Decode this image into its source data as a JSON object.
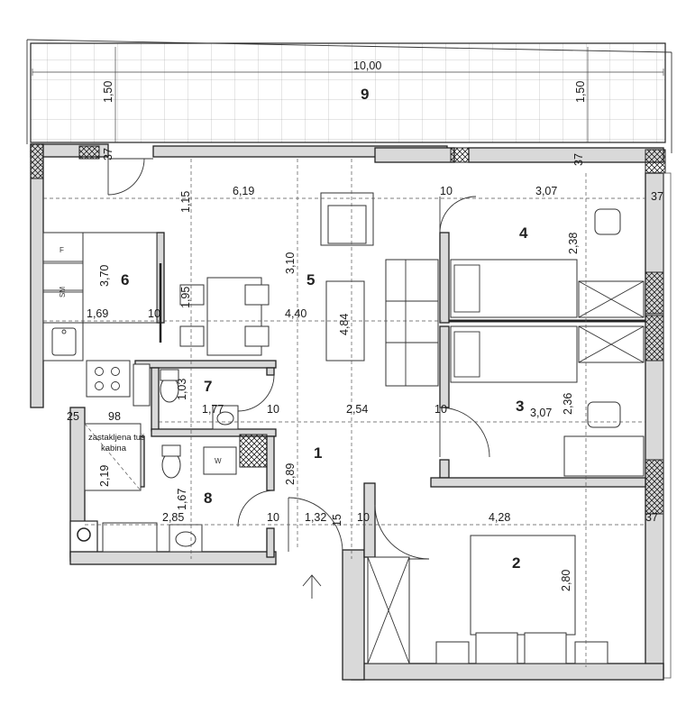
{
  "rooms": [
    {
      "num": "1"
    },
    {
      "num": "2"
    },
    {
      "num": "3"
    },
    {
      "num": "4"
    },
    {
      "num": "5"
    },
    {
      "num": "6"
    },
    {
      "num": "7"
    },
    {
      "num": "8"
    },
    {
      "num": "9"
    }
  ],
  "dims": {
    "terrace_width": "10,00",
    "terrace_depth_left": "1,50",
    "terrace_depth_right": "1,50",
    "wall_37_top_left": "37",
    "wall_37_top_right": "37",
    "wall_37_right": "37",
    "wall_37_mid_right": "37",
    "living_width": "6,19",
    "living_115": "1,15",
    "wall_10_top": "10",
    "r4_width": "3,07",
    "r4_depth": "2,38",
    "living_310": "3,10",
    "living_195": "1,95",
    "living_440": "4,40",
    "living_484": "4,84",
    "kitchen_370": "3,70",
    "kitchen_169": "1,69",
    "kitchen_10": "10",
    "bath7_103": "1,03",
    "bath7_177": "1,77",
    "wall_10_b7": "10",
    "hall_254": "2,54",
    "wall_10_hall": "10",
    "r3_width": "3,07",
    "r3_depth": "2,36",
    "wall_25": "25",
    "shower_98": "98",
    "bath8_219": "2,19",
    "bath8_167": "1,67",
    "hall_289": "2,89",
    "bath8_285": "2,85",
    "wall_10_b8": "10",
    "hall_132": "1,32",
    "hall_15": "15",
    "wall_10_r2": "10",
    "r2_width": "4,28",
    "r2_depth": "2,80"
  },
  "labels": {
    "shower_1": "zastakljena tuš",
    "shower_2": "kabina",
    "fridge": "F",
    "dishwasher": "SM",
    "washer": "W"
  },
  "colors": {
    "line": "#222222",
    "wall_fill": "#d9d9d9",
    "background": "#ffffff"
  }
}
